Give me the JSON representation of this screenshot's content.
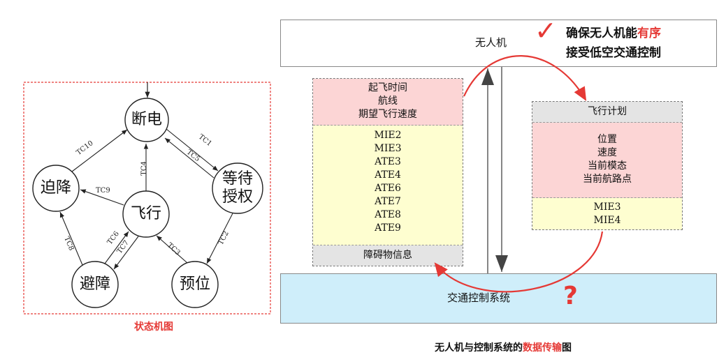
{
  "state_machine": {
    "title": "状态机图",
    "states": {
      "power_off": "断电",
      "await_auth": [
        "等待",
        "授权"
      ],
      "forced_land": "迫降",
      "flying": "飞行",
      "avoid": "避障",
      "reserve": "预位"
    },
    "transitions": [
      "TC1",
      "TC2",
      "TC3",
      "TC4",
      "TC5",
      "TC6",
      "TC7",
      "TC8",
      "TC9",
      "TC10"
    ],
    "colors": {
      "border": "#e53935",
      "caption": "#e53935"
    }
  },
  "flow": {
    "uav_label": "无人机",
    "tcs_label": "交通控制系统",
    "check_mark": "✓",
    "question_mark": "?",
    "note_line1_prefix": "确保无人机能",
    "note_line1_highlight": "有序",
    "note_line2": "接受低空交通控制",
    "left_panel": {
      "header": [
        "起飞时间",
        "航线",
        "期望飞行速度"
      ],
      "items": [
        "MIE2",
        "MIE3",
        "ATE3",
        "ATE4",
        "ATE6",
        "ATE7",
        "ATE8",
        "ATE9"
      ],
      "footer": "障碍物信息"
    },
    "right_panel": {
      "header": "飞行计划",
      "items": [
        "位置",
        "速度",
        "当前模态",
        "当前航路点"
      ],
      "footer_items": [
        "MIE3",
        "MIE4"
      ]
    },
    "caption_prefix": "无人机与控制系统的",
    "caption_highlight": "数据传输",
    "caption_suffix": "图",
    "colors": {
      "pink": "#fcd5d5",
      "yellow": "#fefed0",
      "gray": "#e4e4e4",
      "light_blue": "#cfeefa",
      "accent_red": "#e53935"
    }
  }
}
